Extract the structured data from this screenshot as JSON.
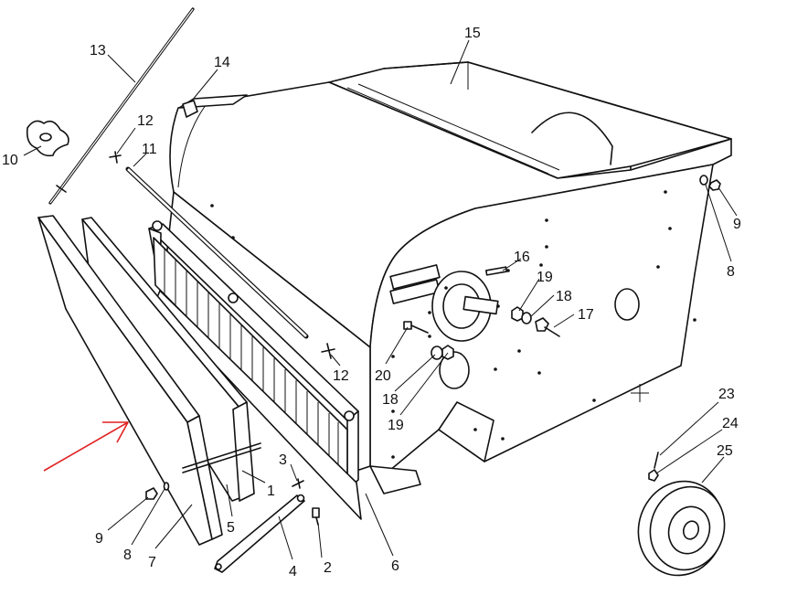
{
  "diagram": {
    "callouts": [
      {
        "id": "c1",
        "text": "1"
      },
      {
        "id": "c2",
        "text": "2"
      },
      {
        "id": "c3",
        "text": "3"
      },
      {
        "id": "c4",
        "text": "4"
      },
      {
        "id": "c5",
        "text": "5"
      },
      {
        "id": "c6",
        "text": "6"
      },
      {
        "id": "c7",
        "text": "7"
      },
      {
        "id": "c8a",
        "text": "8"
      },
      {
        "id": "c8b",
        "text": "8"
      },
      {
        "id": "c9a",
        "text": "9"
      },
      {
        "id": "c9b",
        "text": "9"
      },
      {
        "id": "c10",
        "text": "10"
      },
      {
        "id": "c11",
        "text": "11"
      },
      {
        "id": "c12a",
        "text": "12"
      },
      {
        "id": "c12b",
        "text": "12"
      },
      {
        "id": "c13",
        "text": "13"
      },
      {
        "id": "c14",
        "text": "14"
      },
      {
        "id": "c15",
        "text": "15"
      },
      {
        "id": "c16",
        "text": "16"
      },
      {
        "id": "c17",
        "text": "17"
      },
      {
        "id": "c18a",
        "text": "18"
      },
      {
        "id": "c18b",
        "text": "18"
      },
      {
        "id": "c19a",
        "text": "19"
      },
      {
        "id": "c19b",
        "text": "19"
      },
      {
        "id": "c20",
        "text": "20"
      },
      {
        "id": "c23",
        "text": "23"
      },
      {
        "id": "c24",
        "text": "24"
      },
      {
        "id": "c25",
        "text": "25"
      }
    ],
    "colors": {
      "line": "#111111",
      "arrow": "#e02020",
      "background": "#ffffff"
    }
  }
}
